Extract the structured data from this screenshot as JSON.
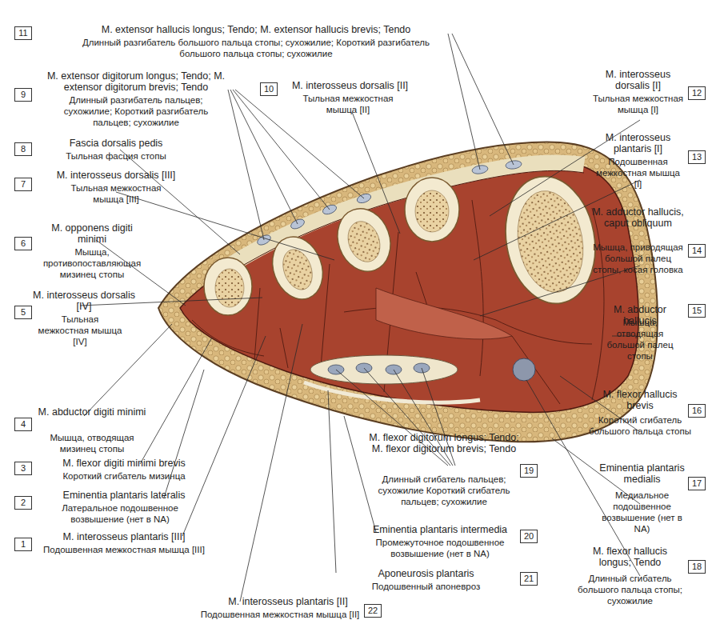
{
  "diagram": {
    "nodes": [
      {
        "text": [
          "11"
        ]
      },
      {
        "text": [
          "9"
        ]
      },
      {
        "text": [
          "10"
        ]
      },
      {
        "text": [
          "12"
        ]
      },
      {
        "text": [
          "8"
        ]
      },
      {
        "text": [
          "13"
        ]
      },
      {
        "text": [
          "7"
        ]
      },
      {
        "text": [
          "6"
        ]
      },
      {
        "text": [
          "14"
        ]
      },
      {
        "text": [
          "5"
        ]
      },
      {
        "text": [
          "15"
        ]
      },
      {
        "text": [
          "4"
        ]
      },
      {
        "text": [
          "16"
        ]
      },
      {
        "text": [
          "3"
        ]
      },
      {
        "text": [
          "19"
        ]
      },
      {
        "text": [
          "17"
        ]
      },
      {
        "text": [
          "2"
        ]
      },
      {
        "text": [
          "20"
        ]
      },
      {
        "text": [
          "1"
        ]
      },
      {
        "text": [
          "18"
        ]
      },
      {
        "text": [
          "21"
        ]
      },
      {
        "text": [
          "22"
        ]
      }
    ],
    "labels": [
      "M. extensor hallucis longus; Tendo; M. extensor hallucis brevis; Tendo",
      "Длинный разгибатель большого пальца стопы; сухожилие; Короткий разгибатель большого пальца стопы; сухожилие",
      "M. extensor digitorum longus; Tendo; M. extensor digitorum brevis; Tendo",
      "Длинный разгибатель пальцев; сухожилие; Короткий разгибатель пальцев; сухожилие",
      "M. interosseus dorsalis [II]",
      "Тыльная межкостная мышца [II]",
      "M. interosseus dorsalis [I]",
      "Тыльная межкостная мышца [I]",
      "Fascia dorsalis pedis",
      "Тыльная фасция стопы",
      "M. interosseus plantaris [I]",
      "Подошвенная межкостная мышца [I]",
      "M. interosseus dorsalis [III]",
      "Тыльная межкостная мышца [III]",
      "M. opponens digiti minimi",
      "Мышца, противопоставляющая мизинец стопы",
      "M. adductor hallucis, caput obliquum",
      "Мышца, приводящая большой палец стопы, косая головка",
      "M. interosseus dorsalis [IV]",
      "Тыльная межкостная мышца [IV]",
      "M. abductor hallucis",
      "Мышца, отводящая большой палец стопы",
      "M. abductor digiti minimi",
      "Мышца, отводящая мизинец стопы",
      "M. flexor hallucis brevis",
      "Короткий сгибатель большого пальца стопы",
      "M. flexor digiti minimi brevis",
      "Короткий сгибатель мизинца",
      "M. flexor digitorum longus; Tendo; M. flexor digitorum brevis; Tendo",
      "Длинный сгибатель пальцев; сухожилие Короткий сгибатель пальцев; сухожилие",
      "Eminentia plantaris medialis",
      "Медиальное подошвенное возвышение (нет в NA)",
      "Eminentia plantaris lateralis",
      "Латеральное подошвенное возвышение (нет в NA)",
      "Eminentia plantaris intermedia",
      "Промежуточное подошвенное возвышение (нет в NA)",
      "M. interosseus plantaris [III]",
      "Подошвенная межкостная мышца [III]",
      "M. flexor hallucis longus; Tendo",
      "Длинный сгибатель большого пальца стопы; сухожилие",
      "Aponeurosis plantaris",
      "Подошвенный апоневроз",
      "M. interosseus plantaris [II]",
      "Подошвенная межкостная мышца [II]"
    ]
  }
}
